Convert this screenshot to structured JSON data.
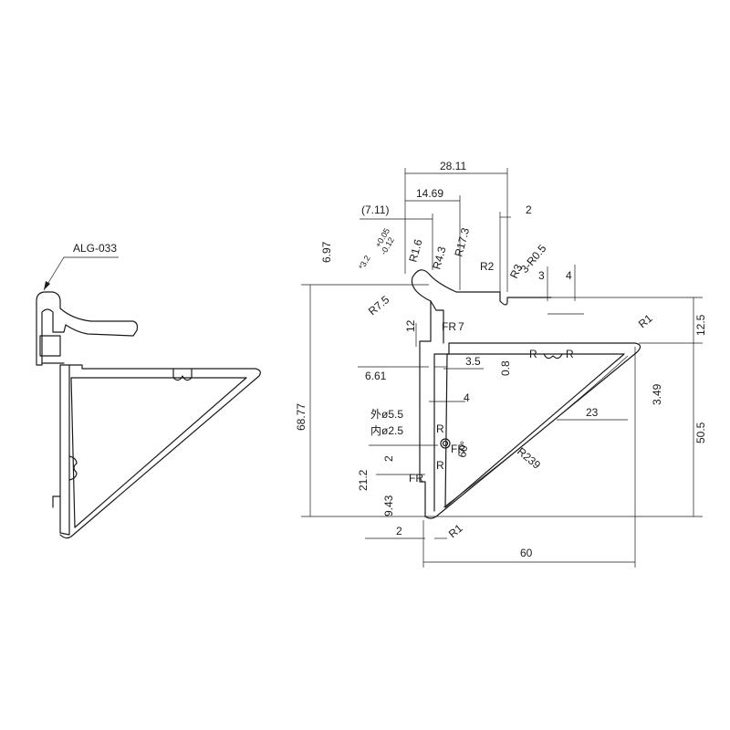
{
  "part_label": "ALG-033",
  "dims": {
    "d_28_11": "28.11",
    "d_14_69": "14.69",
    "d_7_11": "(7.11)",
    "d_2_top": "2",
    "d_6_97": "6.97",
    "d_tol": "*3.2",
    "d_tol_up": "+0.05",
    "d_tol_dn": "-0.12",
    "d_r1_6": "R1.6",
    "d_r4_3": "R4.3",
    "d_r17_3": "R17.3",
    "d_r2": "R2",
    "d_r3": "R3",
    "d_3r0_5": "3-R0.5",
    "d_3": "3",
    "d_4_top": "4",
    "d_r7_5": "R7.5",
    "d_12": "12",
    "d_fr_1": "FR",
    "d_7": "7",
    "d_r1_right": "R1",
    "d_12_5": "12.5",
    "d_68_77": "68.77",
    "d_6_61": "6.61",
    "d_3_5": "3.5",
    "d_0_8": "0.8",
    "d_r_a": "R",
    "d_r_b": "R",
    "d_3_49": "3.49",
    "d_4_mid": "4",
    "d_23": "23",
    "d_50_5": "50.5",
    "d_outer": "外ø5.5",
    "d_inner": "内ø2.5",
    "d_r_c": "R",
    "d_fr_2": "FR",
    "d_60deg": "60°",
    "d_r_d": "R",
    "d_r239": "R239",
    "d_2_mid": "2",
    "d_21_2": "21.2",
    "d_fr_3": "FR",
    "d_9_43": "9.43",
    "d_r1_bottom": "R1",
    "d_2_bottom": "2",
    "d_60": "60"
  }
}
